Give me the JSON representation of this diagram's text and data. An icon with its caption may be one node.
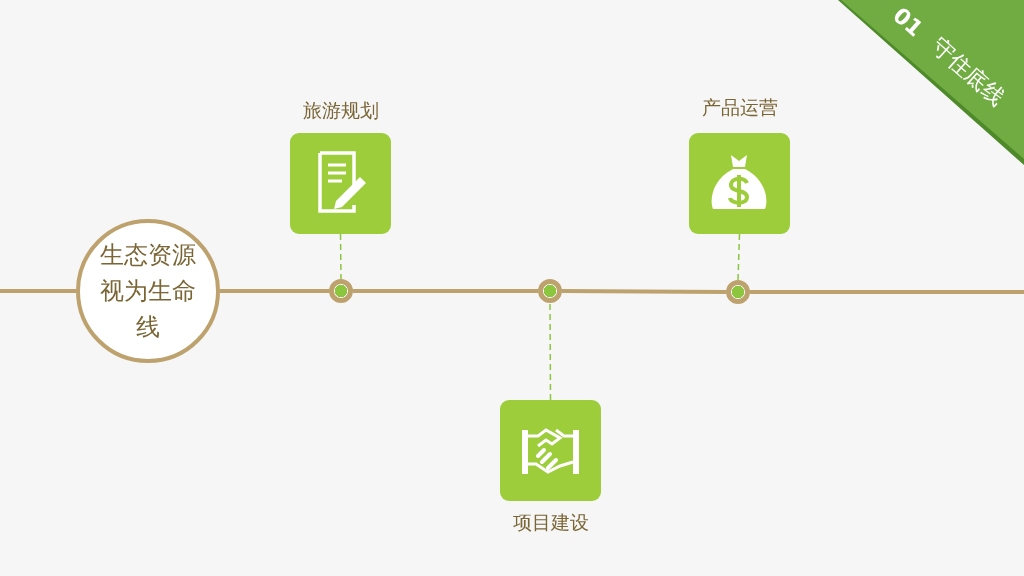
{
  "diagram": {
    "nodes": [
      {
        "text": [
          "生态资源视为生命线"
        ]
      },
      {
        "text": [
          "旅游规划"
        ]
      },
      {
        "text": [
          "产品运营"
        ]
      },
      {
        "text": [
          "项目建设"
        ]
      },
      {
        "text": [],
        "shape": "circle"
      },
      {
        "text": [],
        "shape": "circle"
      },
      {
        "text": [],
        "shape": "circle"
      },
      {
        "text": [
          "01",
          "守住底线"
        ]
      }
    ],
    "edges": [
      {
        "from": null,
        "to": 0,
        "arrow": "none"
      },
      {
        "from": 0,
        "to": 4,
        "arrow": "none"
      },
      {
        "from": 4,
        "to": 5,
        "arrow": "none"
      },
      {
        "from": 5,
        "to": 6,
        "arrow": "none"
      },
      {
        "from": 6,
        "to": null,
        "arrow": "none"
      },
      {
        "from": 1,
        "to": 4,
        "arrow": "none",
        "style": "dashed",
        "color": "#8cc63f"
      },
      {
        "from": 3,
        "to": 5,
        "arrow": "none",
        "style": "dashed",
        "color": "#8cc63f"
      },
      {
        "from": 2,
        "to": 6,
        "arrow": "none",
        "style": "dashed",
        "color": "#8cc63f"
      }
    ]
  }
}
